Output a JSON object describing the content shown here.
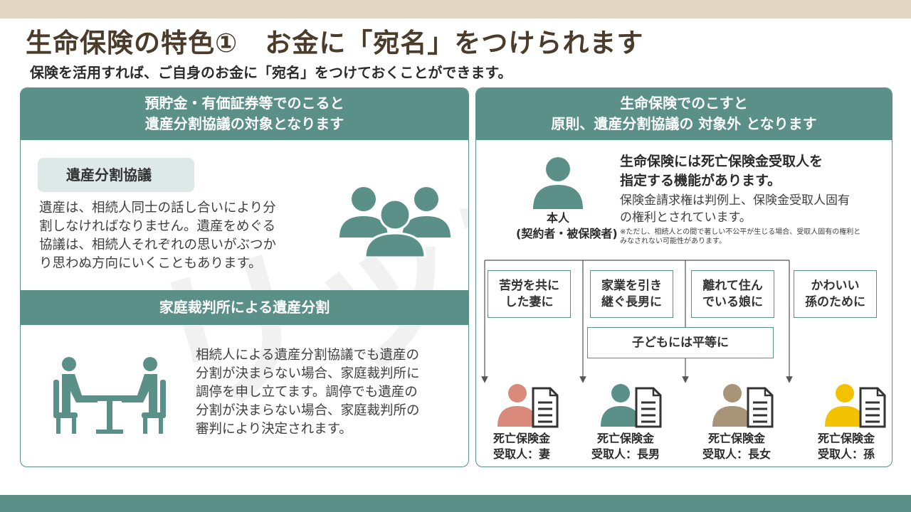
{
  "title": "生命保険の特色①　お金に「宛名」をつけられます",
  "subtitle": "保険を活用すれば、ご自身のお金に「宛名」をつけておくことができます。",
  "watermark": "リップル",
  "left_panel": {
    "header_lines": [
      "預貯金・有価証券等でのこると",
      "遺産分割協議の対象となります"
    ],
    "pill_label": "遺産分割協議",
    "paragraph_lines": [
      "遺産は、相続人同士の話し合いにより分",
      "割しなければなりません。遺産をめぐる",
      "協議は、相続人それぞれの思いがぶつか",
      "り思わぬ方向にいくこともあります。"
    ],
    "band_label": "家庭裁判所による遺産分割",
    "court_lines": [
      "相続人による遺産分割協議でも遺産の",
      "分割が決まらない場合、家庭裁判所に",
      "調停を申し立てます。調停でも遺産の",
      "分割が決まらない場合、家庭裁判所の",
      "審判により決定されます。"
    ]
  },
  "right_panel": {
    "header_lines": [
      "生命保険でのこすと",
      "原則、遺産分割協議の 対象外 となります"
    ],
    "bold_lines": [
      "生命保険には死亡保険金受取人を",
      "指定する機能があります。"
    ],
    "normal_lines": [
      "保険金請求権は判例上、保険金受取人固有",
      "の権利とされています。"
    ],
    "note_lines": [
      "※ただし、相続人との間で著しい不公平が生じる場合、受取人固有の権利と",
      "みなされない可能性があります。"
    ],
    "self_label": [
      "本人",
      "(契約者・被保険者)"
    ],
    "boxes": [
      [
        "苦労を共に",
        "した妻に"
      ],
      [
        "家業を引き",
        "継ぐ長男に"
      ],
      [
        "離れて住ん",
        "でいる娘に"
      ],
      [
        "かわいい",
        "孫のために"
      ]
    ],
    "children_box": "子どもには平等に",
    "recipients": [
      {
        "lines": [
          "死亡保険金",
          "受取人：妻"
        ],
        "color": "#d98a7a"
      },
      {
        "lines": [
          "死亡保険金",
          "受取人：長男"
        ],
        "color": "#5a9088"
      },
      {
        "lines": [
          "死亡保険金",
          "受取人：長女"
        ],
        "color": "#a89478"
      },
      {
        "lines": [
          "死亡保険金",
          "受取人：孫"
        ],
        "color": "#f2c200"
      }
    ]
  },
  "colors": {
    "accent": "#5a9088",
    "top_bar": "#e3d6c3",
    "pill_bg": "#dce9e6",
    "title": "#4a3b2a"
  }
}
